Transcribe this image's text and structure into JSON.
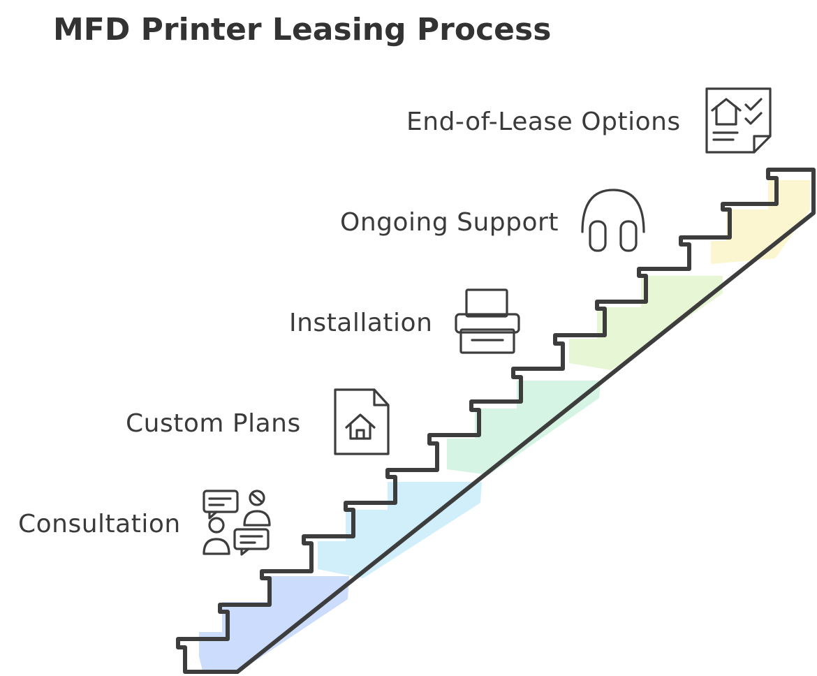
{
  "title": "MFD Printer Leasing Process",
  "steps": [
    {
      "label": "Consultation",
      "icon": "consultation-icon",
      "color": "#c9dafc"
    },
    {
      "label": "Custom Plans",
      "icon": "document-icon",
      "color": "#cdeefb"
    },
    {
      "label": "Installation",
      "icon": "printer-icon",
      "color": "#d3f3e2"
    },
    {
      "label": "Ongoing Support",
      "icon": "headphones-icon",
      "color": "#e6f5d2"
    },
    {
      "label": "End-of-Lease Options",
      "icon": "checklist-document-icon",
      "color": "#fbf6cd"
    }
  ]
}
